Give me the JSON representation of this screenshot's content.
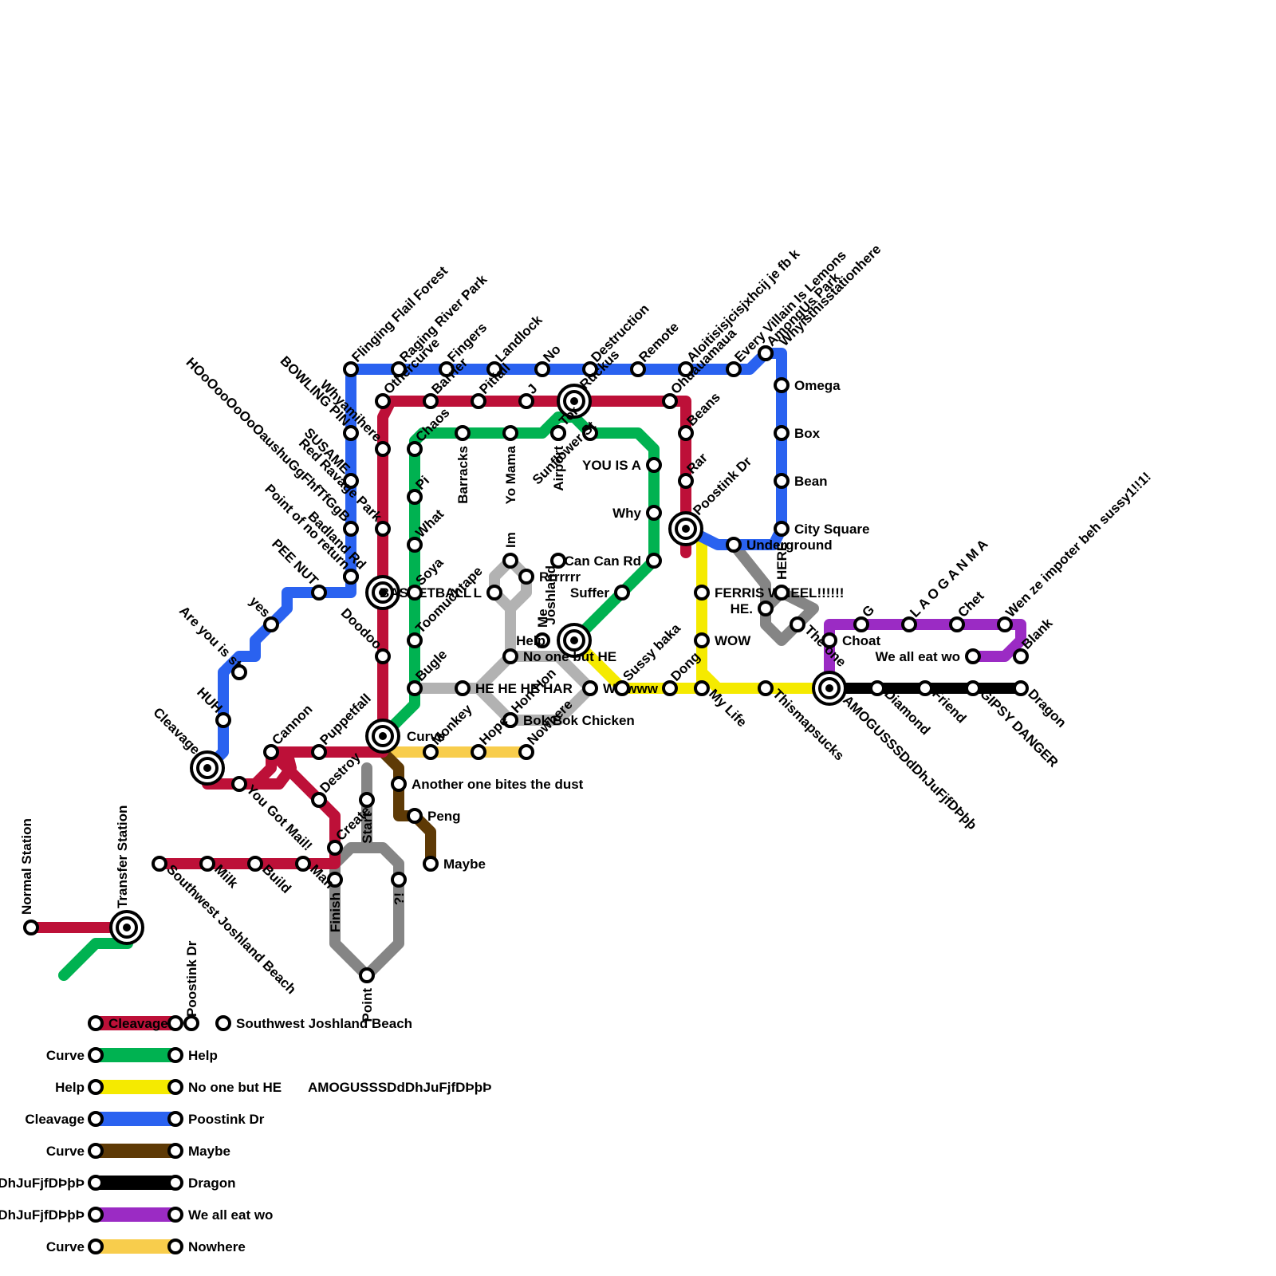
{
  "lines": [
    {
      "id": "red",
      "color": "#bd1038"
    },
    {
      "id": "green",
      "color": "#00b251"
    },
    {
      "id": "yellow",
      "color": "#f5ea00"
    },
    {
      "id": "blue",
      "color": "#2a62f0"
    },
    {
      "id": "brown",
      "color": "#5e3a06"
    },
    {
      "id": "black",
      "color": "#000000"
    },
    {
      "id": "purple",
      "color": "#9b2bc4"
    },
    {
      "id": "gold",
      "color": "#f8cd4c"
    },
    {
      "id": "gray",
      "color": "#858585"
    },
    {
      "id": "lightgray",
      "color": "#b2b2b2"
    }
  ],
  "stations": [
    {
      "name": "Normal Station"
    },
    {
      "name": "Transfer Station"
    },
    {
      "name": "Flinging Flail Forest"
    },
    {
      "name": "Raging River Park"
    },
    {
      "name": "Fingers"
    },
    {
      "name": "Landlock"
    },
    {
      "name": "No"
    },
    {
      "name": "Destruction"
    },
    {
      "name": "Remote"
    },
    {
      "name": "Aloitisisjcisjxhcij je fb k"
    },
    {
      "name": "Every Villain Is Lemons"
    },
    {
      "name": "AmongUs Park"
    },
    {
      "name": "Whyisthisstationhere"
    },
    {
      "name": "Othercurve"
    },
    {
      "name": "Barrier"
    },
    {
      "name": "Pitfall"
    },
    {
      "name": "J"
    },
    {
      "name": "Ruckus"
    },
    {
      "name": "Ohuauamaua"
    },
    {
      "name": "Omega"
    },
    {
      "name": "Box"
    },
    {
      "name": "Bean"
    },
    {
      "name": "City Square"
    },
    {
      "name": "Underground"
    },
    {
      "name": "Whyamihere"
    },
    {
      "name": "BOWLING PIN"
    },
    {
      "name": "SUSAME"
    },
    {
      "name": "Red Ravage Park"
    },
    {
      "name": "HOoOooOoOoOaushuGgFhfTfGgB"
    },
    {
      "name": "Point of no return"
    },
    {
      "name": "Badland Rd"
    },
    {
      "name": "PEE NUT"
    },
    {
      "name": "BASKETBALL"
    },
    {
      "name": "yes"
    },
    {
      "name": "Are you is st"
    },
    {
      "name": "HUH"
    },
    {
      "name": "Cleavage"
    },
    {
      "name": "Chaos"
    },
    {
      "name": "Barracks"
    },
    {
      "name": "Yo Mama"
    },
    {
      "name": "Airport"
    },
    {
      "name": "Tor"
    },
    {
      "name": "Sunflower St"
    },
    {
      "name": "YOU IS A"
    },
    {
      "name": "Why"
    },
    {
      "name": "Can Can Rd"
    },
    {
      "name": "Suffer"
    },
    {
      "name": "Beans"
    },
    {
      "name": "Rar"
    },
    {
      "name": "Poostink Dr"
    },
    {
      "name": "Pi"
    },
    {
      "name": "What"
    },
    {
      "name": "Soya"
    },
    {
      "name": "Toomuchtape"
    },
    {
      "name": "Bugle"
    },
    {
      "name": "Doodoo"
    },
    {
      "name": "Puppetfall"
    },
    {
      "name": "Cannon"
    },
    {
      "name": "Curve"
    },
    {
      "name": "Joshland"
    },
    {
      "name": "Im"
    },
    {
      "name": "Rrrrrrr"
    },
    {
      "name": "L"
    },
    {
      "name": "Me"
    },
    {
      "name": "Help"
    },
    {
      "name": "No one but HE"
    },
    {
      "name": "HE HE HE HAR"
    },
    {
      "name": "Hon Hon"
    },
    {
      "name": "Bok Bok Chicken"
    },
    {
      "name": "Wwwww"
    },
    {
      "name": "Sussy baka"
    },
    {
      "name": "Dong"
    },
    {
      "name": "My Life"
    },
    {
      "name": "FERRIS WHEEL!!!!!!"
    },
    {
      "name": "HE."
    },
    {
      "name": "HERE"
    },
    {
      "name": "WOW"
    },
    {
      "name": "Thismapsucks"
    },
    {
      "name": "The one"
    },
    {
      "name": "Choat"
    },
    {
      "name": "G"
    },
    {
      "name": "L A O   G A N   M A"
    },
    {
      "name": "Chet"
    },
    {
      "name": "Wen ze impoter beh sussy1!!1!"
    },
    {
      "name": "We all eat wo"
    },
    {
      "name": "Blank"
    },
    {
      "name": "AMOGUSSSDdDhJuFjfDÞþþ"
    },
    {
      "name": "Diamond"
    },
    {
      "name": "Friend"
    },
    {
      "name": "GIPSY DANGER"
    },
    {
      "name": "Dragon"
    },
    {
      "name": "Monkey"
    },
    {
      "name": "Hope"
    },
    {
      "name": "Nowhere"
    },
    {
      "name": "Another one bites the dust"
    },
    {
      "name": "Peng"
    },
    {
      "name": "Maybe"
    },
    {
      "name": "You Got Mail!"
    },
    {
      "name": "Destroy"
    },
    {
      "name": "Create"
    },
    {
      "name": "Start"
    },
    {
      "name": "Finish"
    },
    {
      "name": "?!"
    },
    {
      "name": "Point"
    },
    {
      "name": "Southwest Joshland Beach"
    },
    {
      "name": "Milk"
    },
    {
      "name": "Build"
    },
    {
      "name": "Man"
    }
  ],
  "legend": [
    {
      "color": "#bd1038",
      "from": "Cleavage",
      "mid": "Poostink Dr",
      "to": "Southwest Joshland Beach"
    },
    {
      "color": "#00b251",
      "from": "Curve",
      "to": "Help"
    },
    {
      "color": "#f5ea00",
      "from": "Help",
      "to": "No one but HE",
      "extra": "AMOGUSSSDdDhJuFjfDÞþÞ"
    },
    {
      "color": "#2a62f0",
      "from": "Cleavage",
      "to": "Poostink Dr"
    },
    {
      "color": "#5e3a06",
      "from": "Curve",
      "to": "Maybe"
    },
    {
      "color": "#000000",
      "from": "AMOGUSSSDdDhJuFjfDÞþÞ",
      "to": "Dragon"
    },
    {
      "color": "#9b2bc4",
      "from": "AMOGUSSSDdDhJuFjfDÞþÞ",
      "to": "We all eat wo"
    },
    {
      "color": "#f8cd4c",
      "from": "Curve",
      "to": "Nowhere"
    }
  ]
}
